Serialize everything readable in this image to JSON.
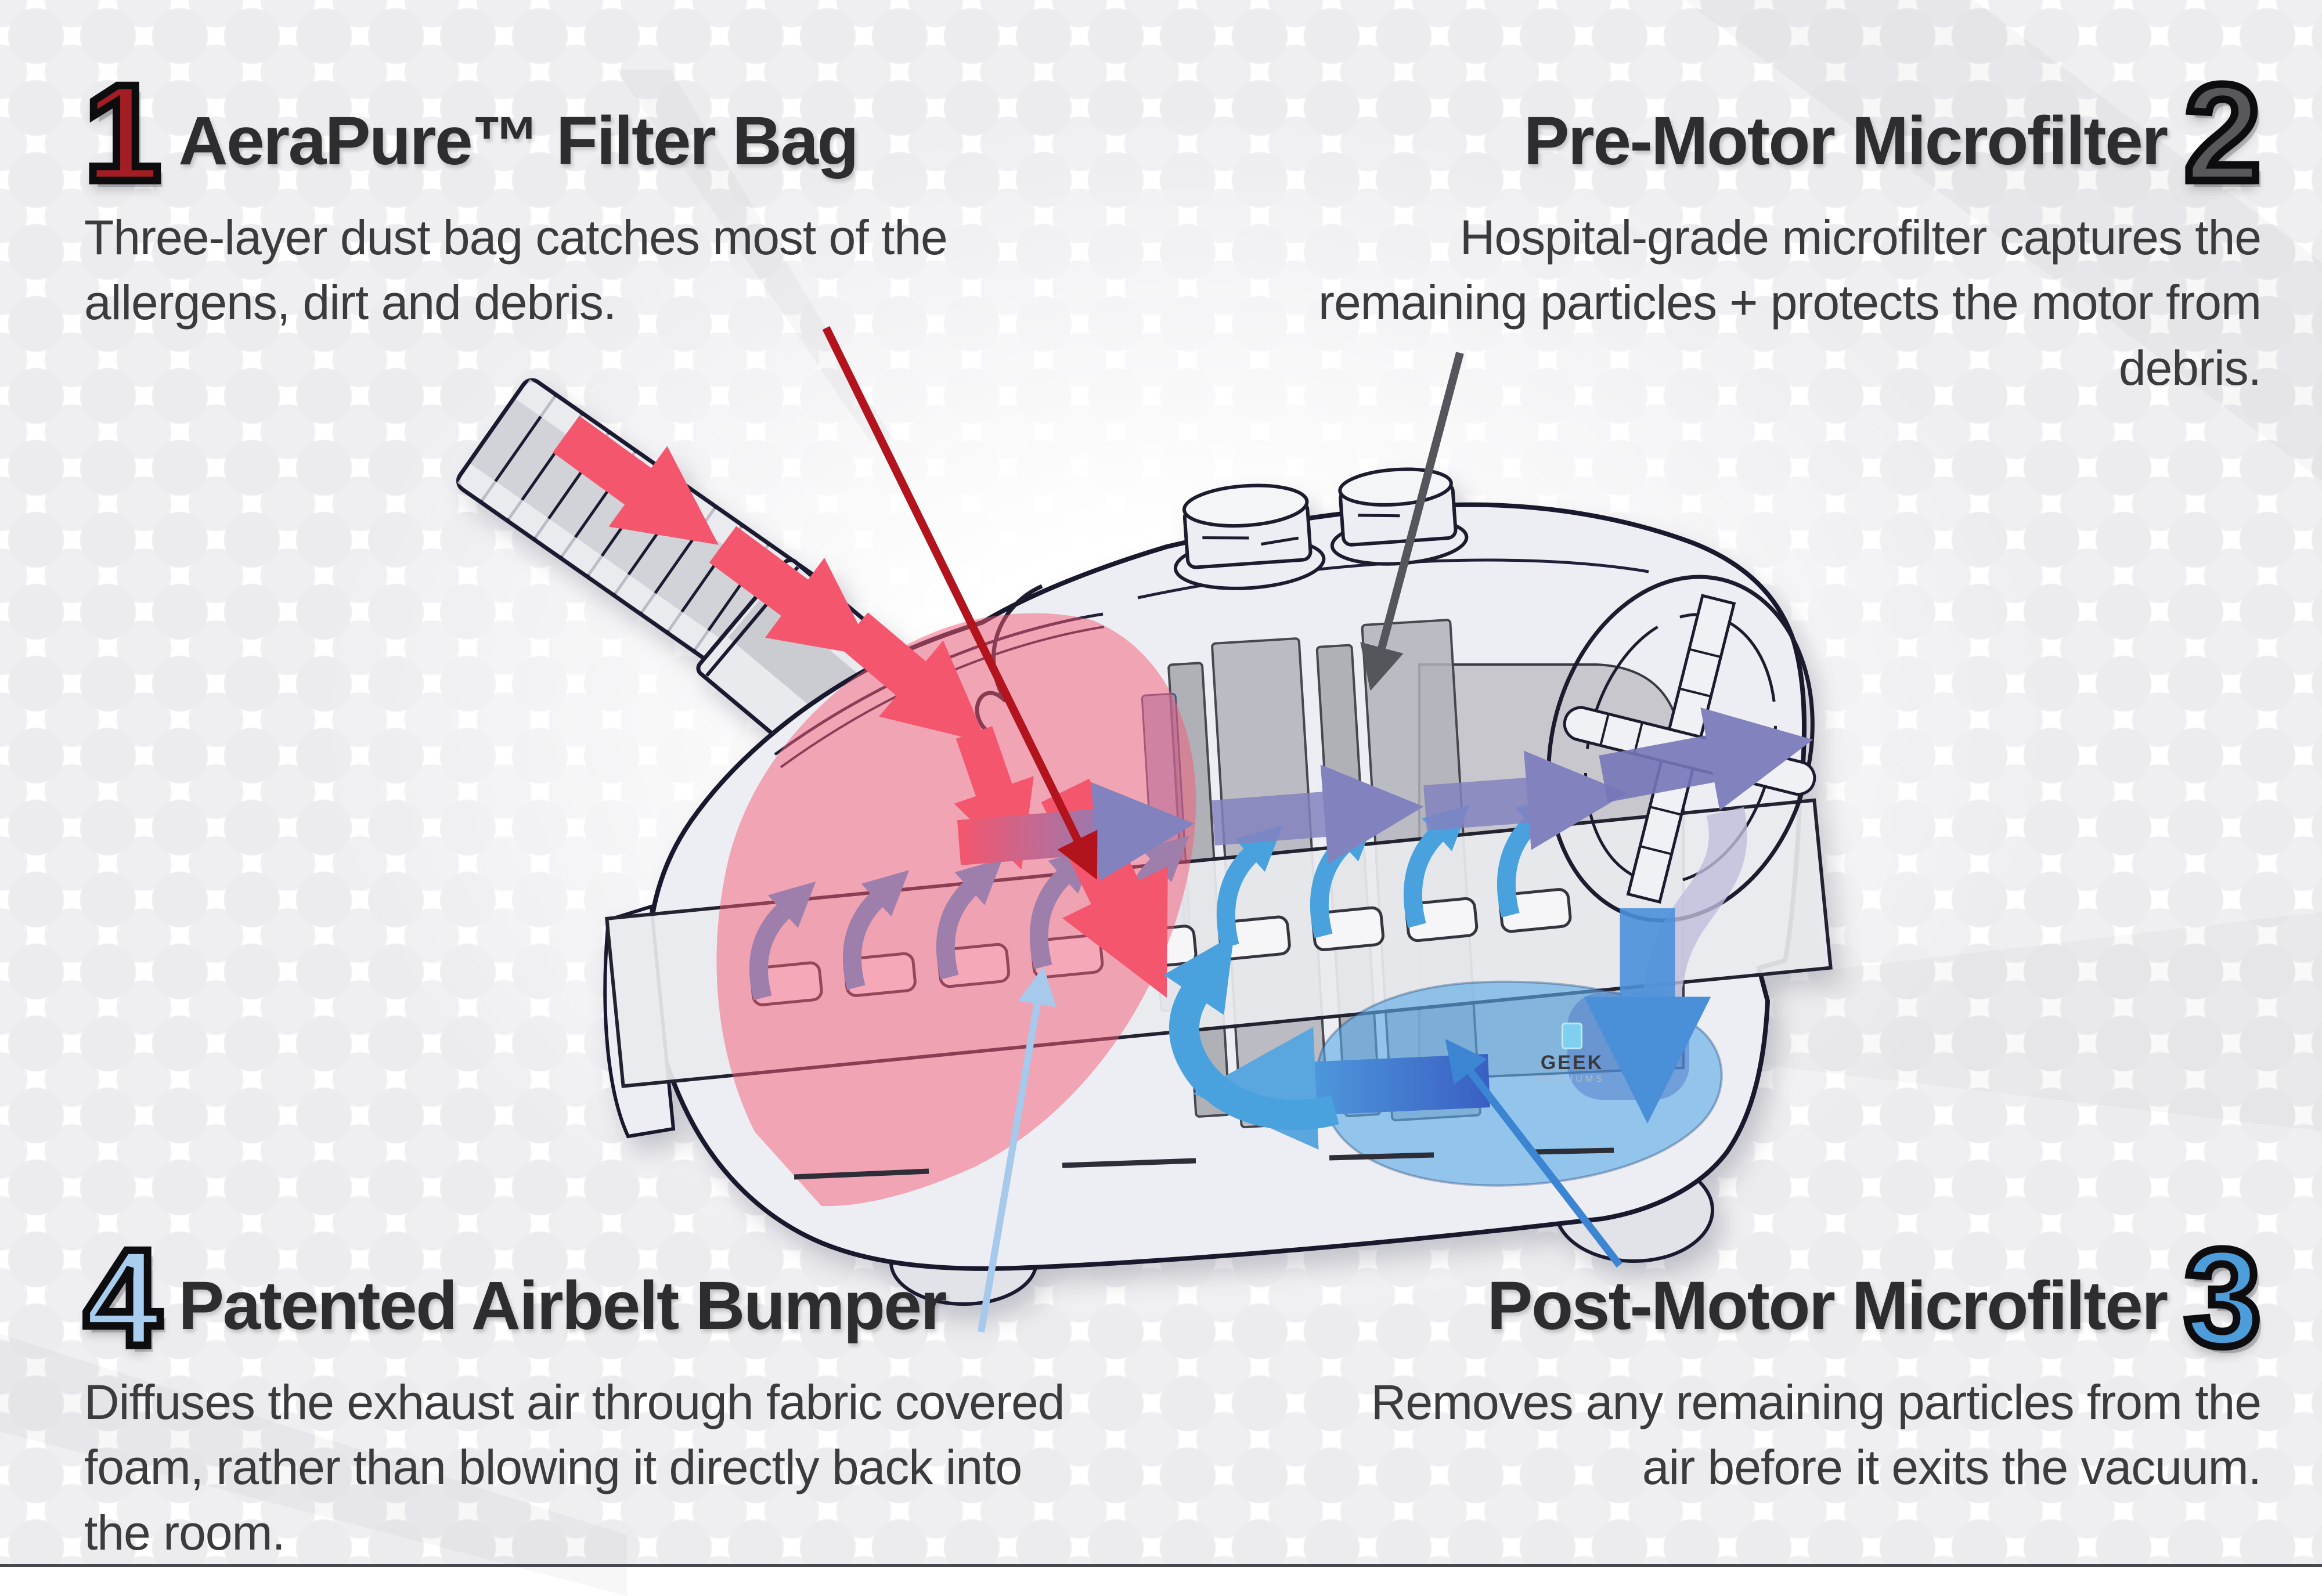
{
  "callouts": {
    "c1": {
      "num": "1",
      "title": "AeraPure™ Filter Bag",
      "desc": "Three-layer dust bag catches most of the\nallergens, dirt and debris."
    },
    "c2": {
      "num": "2",
      "title": "Pre-Motor Microfilter",
      "desc": "Hospital-grade microfilter captures the\nremaining particles + protects the motor from\ndebris."
    },
    "c3": {
      "num": "3",
      "title": "Post-Motor Microfilter",
      "desc": "Removes any remaining particles from the\nair before it exits the vacuum."
    },
    "c4": {
      "num": "4",
      "title": "Patented Airbelt Bumper",
      "desc": "Diffuses the exhaust air through fabric covered\nfoam, rather than blowing it directly back into\nthe room."
    }
  },
  "watermark": {
    "brand": "GEEK",
    "sub": "VACUUMS"
  },
  "colors": {
    "num1": "#a21e24",
    "num2": "#58585c",
    "num3": "#4d9ddb",
    "num4": "#a9cdee",
    "leader1": "#b2131c",
    "leader2": "#55555c",
    "leader3": "#3c85d2",
    "leader4": "#a6c9ec",
    "intake_arrows": "#f4566e",
    "filtered_arrows": "#8282bf",
    "belt_arrows": "#49a2de",
    "exhaust_blob": "#5aaae6"
  }
}
